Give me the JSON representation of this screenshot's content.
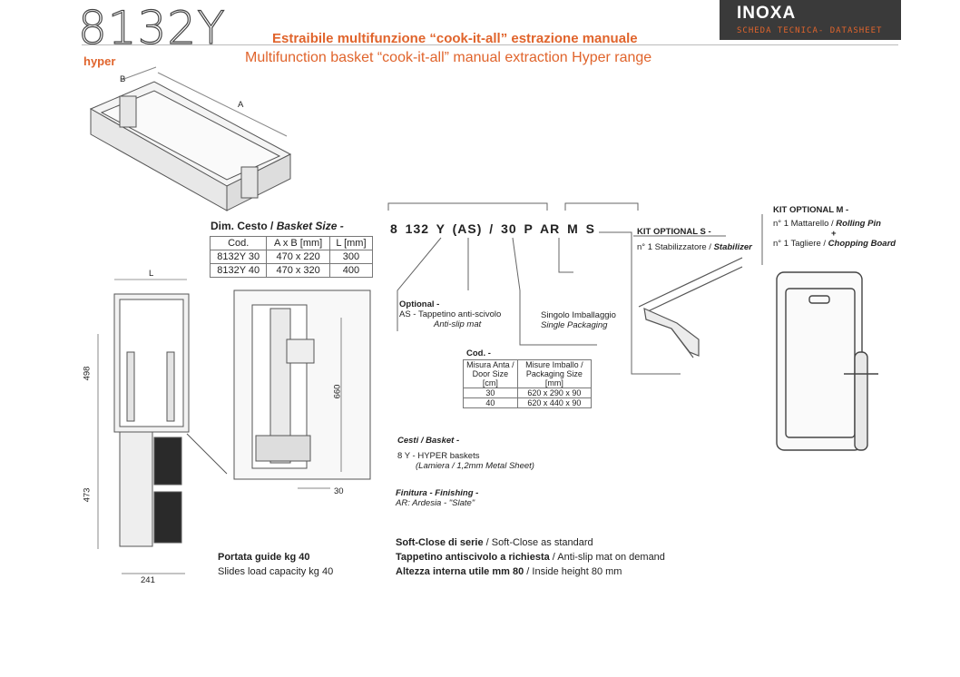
{
  "header": {
    "model_code": "8132Y",
    "range_label": "hyper",
    "title_it": "Estraibile multifunzione “cook-it-all” estrazione manuale",
    "title_en": "Multifunction basket “cook-it-all” manual extraction Hyper range",
    "brand": "INOXA",
    "brand_subtitle": "SCHEDA TECNICA- DATASHEET"
  },
  "iso_drawing": {
    "label_b": "B",
    "label_a": "A"
  },
  "size_table": {
    "caption_it": "Dim. Cesto /",
    "caption_en": "Basket Size -",
    "headers": [
      "Cod.",
      "A x B [mm]",
      "L [mm]"
    ],
    "rows": [
      [
        "8132Y 30",
        "470 x 220",
        "300"
      ],
      [
        "8132Y 40",
        "470 x 320",
        "400"
      ]
    ]
  },
  "front_drawing": {
    "label_l": "L",
    "dim_498": "498",
    "dim_473": "473",
    "dim_241": "241"
  },
  "side_drawing": {
    "dim_660": "660",
    "dim_30": "30"
  },
  "code_breakdown": {
    "code": "8 132 Y (AS) / 30 P AR M S",
    "optional_title": "Optional -",
    "optional_line": "AS - Tappetino anti-scivolo",
    "optional_line_en": "Anti-slip mat",
    "single_pack_it": "Singolo Imballaggio",
    "single_pack_en": "Single Packaging",
    "cod_title": "Cod. -",
    "cod_headers": [
      "Misura Anta / Door Size [cm]",
      "Misure Imballo / Packaging Size [mm]"
    ],
    "cod_rows": [
      [
        "30",
        "620 x 290 x 90"
      ],
      [
        "40",
        "620 x 440 x 90"
      ]
    ],
    "basket_title": "Cesti / Basket -",
    "basket_line": "8 Y - HYPER baskets",
    "basket_line2": "(Lamiera / 1,2mm Metal Sheet)",
    "finish_title": "Finitura - Finishing -",
    "finish_line": "AR: Ardesia - \"Slate\""
  },
  "kit_s": {
    "title": "KIT OPTIONAL S -",
    "line_it": "n° 1 Stabilizzatore /",
    "line_en": "Stabilizer"
  },
  "kit_m": {
    "title": "KIT OPTIONAL M -",
    "line1_it": "n° 1 Mattarello /",
    "line1_en": "Rolling Pin",
    "plus": "+",
    "line2_it": "n° 1 Tagliere /",
    "line2_en": "Chopping Board"
  },
  "footer_left": {
    "line1": "Portata guide kg 40",
    "line2": "Slides load capacity kg 40"
  },
  "footer_notes": [
    {
      "it": "Soft-Close di serie",
      "en": "/ Soft-Close as standard"
    },
    {
      "it": "Tappetino antiscivolo a richiesta",
      "en": "/ Anti-slip mat on demand"
    },
    {
      "it": "Altezza interna utile mm 80",
      "en": "/ Inside height 80 mm"
    }
  ],
  "colors": {
    "accent": "#e0642c",
    "brand_bg": "#3a3a3a"
  }
}
